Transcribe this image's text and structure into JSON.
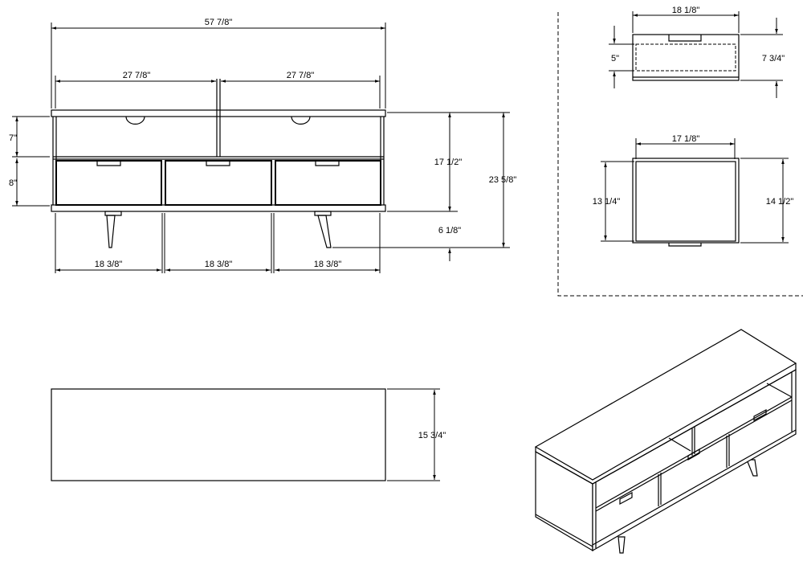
{
  "front_view": {
    "overall_width": "57 7/8\"",
    "half_width_left": "27 7/8\"",
    "half_width_right": "27 7/8\"",
    "shelf_height": "7\"",
    "drawer_height": "8\"",
    "body_height": "17 1/2\"",
    "overall_height": "23 5/8\"",
    "leg_height": "6 1/8\"",
    "drawer_widths": [
      "18 3/8\"",
      "18 3/8\"",
      "18 3/8\""
    ]
  },
  "drawer_side_view": {
    "width": "18 1/8\"",
    "inner_height": "5\"",
    "outer_height": "7 3/4\""
  },
  "drawer_top_view": {
    "width": "17 1/8\"",
    "inner_depth": "13 1/4\"",
    "outer_depth": "14 1/2\""
  },
  "top_view": {
    "depth": "15 3/4\""
  }
}
